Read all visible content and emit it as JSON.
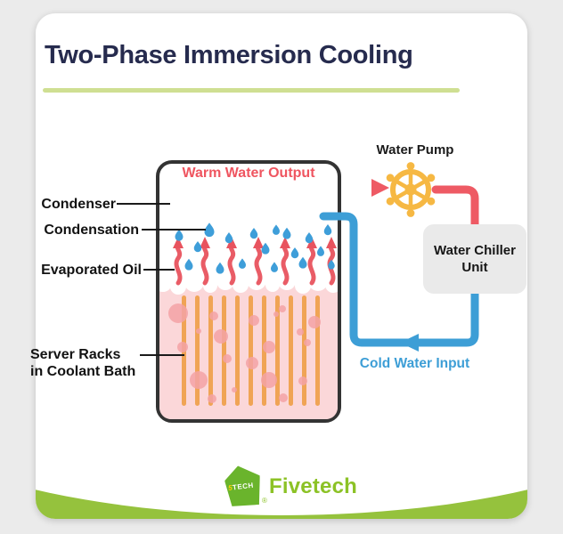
{
  "title": {
    "text": "Two-Phase Immersion Cooling"
  },
  "tank": {
    "warm_output_label": "Warm Water Output",
    "left_labels": {
      "condenser": "Condenser",
      "condensation": "Condensation",
      "evaporated_oil": "Evaporated Oil",
      "server_racks_line1": "Server Racks",
      "server_racks_line2": "in Coolant Bath"
    }
  },
  "loop": {
    "pump_label": "Water Pump",
    "chiller_label": "Water Chiller Unit",
    "cold_input_label": "Cold Water Input"
  },
  "logo": {
    "badge_five": "5",
    "badge_tech": "TECH",
    "registered": "®",
    "name": "Fivetech"
  },
  "colors": {
    "title_navy": "#262b4e",
    "underline_green": "#cfdf92",
    "warm_red": "#ef5560",
    "cold_blue": "#3d9ed6",
    "pump_yellow": "#f6b843",
    "tank_border": "#333333",
    "coolant_pink": "#fbd7d9",
    "rack_orange": "#f0a455",
    "bubble_pink": "#f4a3a6",
    "chiller_gray": "#eaeaea",
    "footer_green": "#95c23d",
    "logo_green": "#6ab42c",
    "logo_text_green": "#8cc226"
  }
}
